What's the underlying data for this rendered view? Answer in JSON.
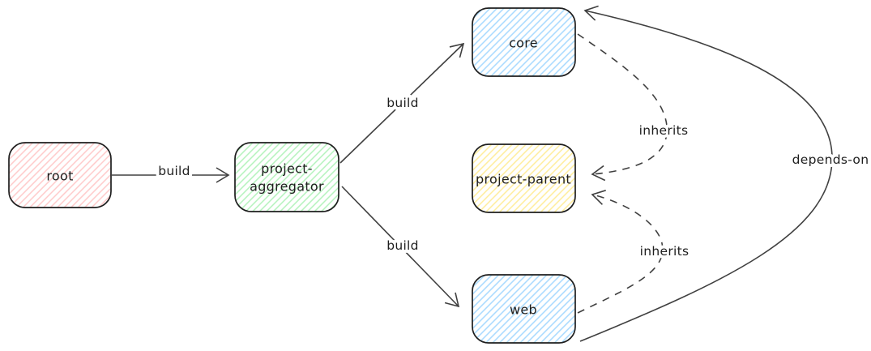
{
  "colors": {
    "background": "#ffffff",
    "node_stroke": "#1e1e1e",
    "edge_stroke": "#404040",
    "text": "#1e1e1e",
    "node_fills": {
      "red": "#ffc9c9",
      "green": "#b2f2bb",
      "blue": "#a5d8ff",
      "yellow": "#ffec99"
    }
  },
  "nodes": {
    "root": {
      "label": "root",
      "fill": "#ffc9c9"
    },
    "aggregator": {
      "label_line1": "project-",
      "label_line2": "aggregator",
      "fill": "#b2f2bb"
    },
    "core": {
      "label": "core",
      "fill": "#a5d8ff"
    },
    "parent": {
      "label": "project-parent",
      "fill": "#ffec99"
    },
    "web": {
      "label": "web",
      "fill": "#a5d8ff"
    }
  },
  "edges": [
    {
      "from": "root",
      "to": "project-aggregator",
      "label": "build",
      "style": "solid"
    },
    {
      "from": "project-aggregator",
      "to": "core",
      "label": "build",
      "style": "solid"
    },
    {
      "from": "project-aggregator",
      "to": "web",
      "label": "build",
      "style": "solid"
    },
    {
      "from": "core",
      "to": "project-parent",
      "label": "inherits",
      "style": "dashed"
    },
    {
      "from": "web",
      "to": "project-parent",
      "label": "inherits",
      "style": "dashed"
    },
    {
      "from": "web",
      "to": "core",
      "label": "depends-on",
      "style": "solid"
    }
  ]
}
